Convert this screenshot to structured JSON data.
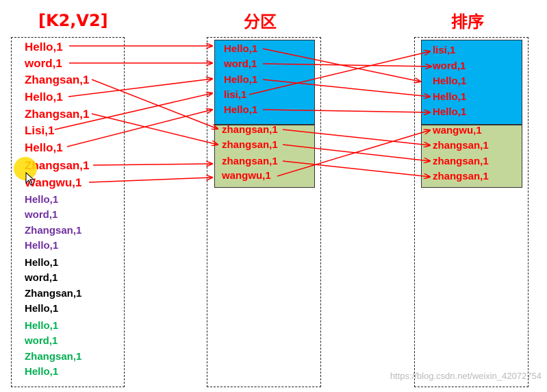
{
  "headers": {
    "left": "[K2,V2]",
    "middle": "分区",
    "right": "排序"
  },
  "left_column": {
    "red_group": [
      "Hello,1",
      "word,1",
      "Zhangsan,1",
      "Hello,1",
      "Zhangsan,1",
      "Lisi,1",
      "Hello,1",
      "Zhangsan,1",
      "Wangwu,1"
    ],
    "purple_group": [
      "Hello,1",
      "word,1",
      "Zhangsan,1",
      "Hello,1"
    ],
    "black_group": [
      "Hello,1",
      "word,1",
      "Zhangsan,1",
      "Hello,1"
    ],
    "green_group": [
      "Hello,1",
      "word,1",
      "Zhangsan,1",
      "Hello,1"
    ]
  },
  "partition_column": {
    "blue_partition": [
      "Hello,1",
      "word,1",
      "Hello,1",
      "lisi,1",
      "Hello,1"
    ],
    "green_partition": [
      "zhangsan,1",
      "zhangsan,1",
      "zhangsan,1",
      "wangwu,1"
    ]
  },
  "sorted_column": {
    "blue_partition": [
      "lisi,1",
      "word,1",
      "Hello,1",
      "Hello,1",
      "Hello,1"
    ],
    "green_partition": [
      "wangwu,1",
      "zhangsan,1",
      "zhangsan,1",
      "zhangsan,1"
    ]
  },
  "watermark": "https://blog.csdn.net/weixin_42072754",
  "colors": {
    "heading_red": "#ff0000",
    "partition_blue": "#00b0f0",
    "partition_green": "#c4d79b",
    "arrow": "#ff0000",
    "group_purple": "#7030a0",
    "group_green": "#00b050"
  },
  "arrows_left_to_partition": [
    [
      "left_column.red_group.0",
      "partition_column.blue_partition.0"
    ],
    [
      "left_column.red_group.1",
      "partition_column.blue_partition.1"
    ],
    [
      "left_column.red_group.2",
      "partition_column.green_partition.0"
    ],
    [
      "left_column.red_group.3",
      "partition_column.blue_partition.2"
    ],
    [
      "left_column.red_group.4",
      "partition_column.green_partition.1"
    ],
    [
      "left_column.red_group.5",
      "partition_column.blue_partition.3"
    ],
    [
      "left_column.red_group.6",
      "partition_column.blue_partition.4"
    ],
    [
      "left_column.red_group.7",
      "partition_column.green_partition.2"
    ],
    [
      "left_column.red_group.8",
      "partition_column.green_partition.3"
    ]
  ],
  "arrows_partition_to_sorted": [
    [
      "partition_column.blue_partition.0",
      "sorted_column.blue_partition.2"
    ],
    [
      "partition_column.blue_partition.1",
      "sorted_column.blue_partition.1"
    ],
    [
      "partition_column.blue_partition.2",
      "sorted_column.blue_partition.3"
    ],
    [
      "partition_column.blue_partition.3",
      "sorted_column.blue_partition.0"
    ],
    [
      "partition_column.blue_partition.4",
      "sorted_column.blue_partition.4"
    ],
    [
      "partition_column.green_partition.0",
      "sorted_column.green_partition.1"
    ],
    [
      "partition_column.green_partition.1",
      "sorted_column.green_partition.2"
    ],
    [
      "partition_column.green_partition.2",
      "sorted_column.green_partition.3"
    ],
    [
      "partition_column.green_partition.3",
      "sorted_column.green_partition.0"
    ]
  ]
}
